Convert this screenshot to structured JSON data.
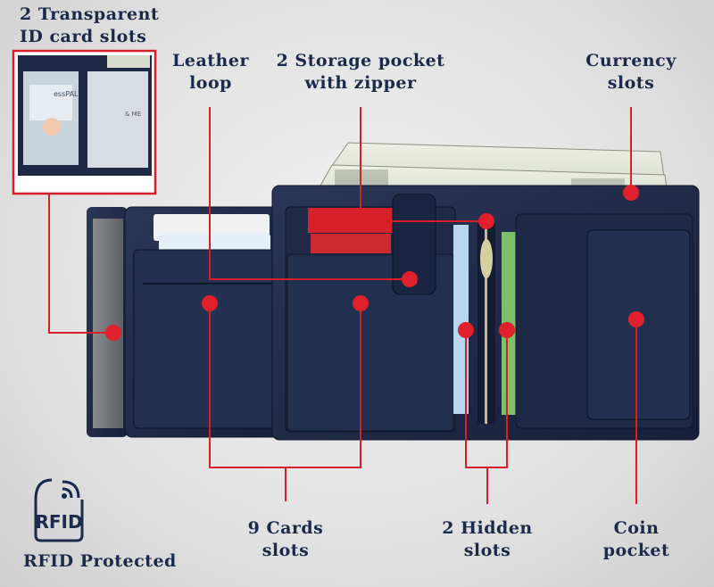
{
  "labels": {
    "id_slots": [
      "2 Transparent",
      "ID card slots"
    ],
    "leather_loop": [
      "Leather",
      "loop"
    ],
    "storage_pocket": [
      "2 Storage pocket",
      "with zipper"
    ],
    "currency_slots": [
      "Currency",
      "slots"
    ],
    "cards_slots": [
      "9 Cards",
      "slots"
    ],
    "hidden_slots": [
      "2 Hidden",
      "slots"
    ],
    "coin_pocket": [
      "Coin",
      "pocket"
    ]
  },
  "badge": {
    "icon_text": "RFID",
    "caption": "RFID Protected"
  },
  "inset_text": {
    "brand": "essPAL",
    "tiny": "& ME"
  },
  "colors": {
    "leather": "#1e2a45",
    "accent_red": "#e0202a",
    "text": "#1b2a4a"
  }
}
